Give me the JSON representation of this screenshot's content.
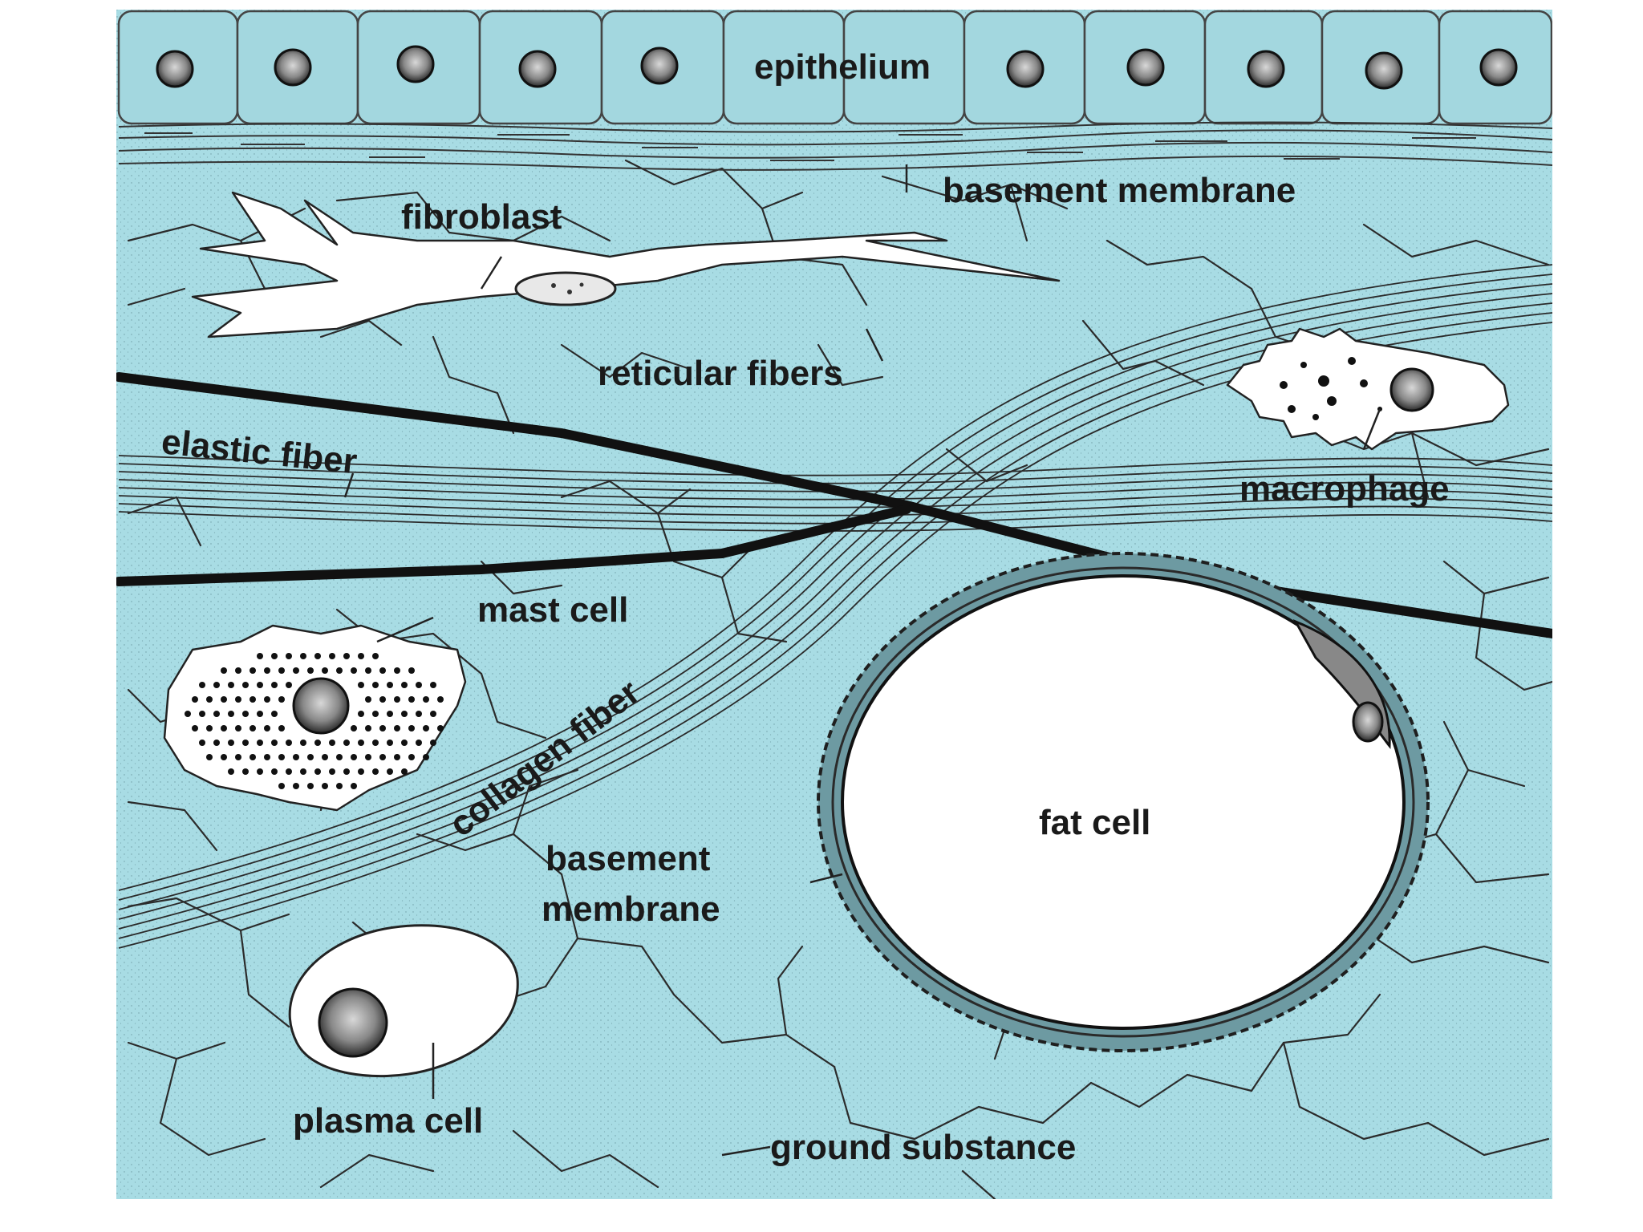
{
  "labels": {
    "epithelium": "epithelium",
    "basement_membrane_top": "basement membrane",
    "fibroblast": "fibroblast",
    "reticular_fibers": "reticular fibers",
    "elastic_fiber": "elastic fiber",
    "macrophage": "macrophage",
    "mast_cell": "mast cell",
    "collagen_fiber": "collagen fiber",
    "basement_membrane_fat_1": "basement",
    "basement_membrane_fat_2": "membrane",
    "fat_cell": "fat cell",
    "plasma_cell": "plasma cell",
    "ground_substance": "ground substance"
  },
  "colors": {
    "background_tissue": "#a8dce4",
    "epithelium_cell": "#a3d7df",
    "cell_body": "#ffffff",
    "nucleus": "#555555",
    "fiber_dark": "#111111",
    "outline": "#222222"
  }
}
